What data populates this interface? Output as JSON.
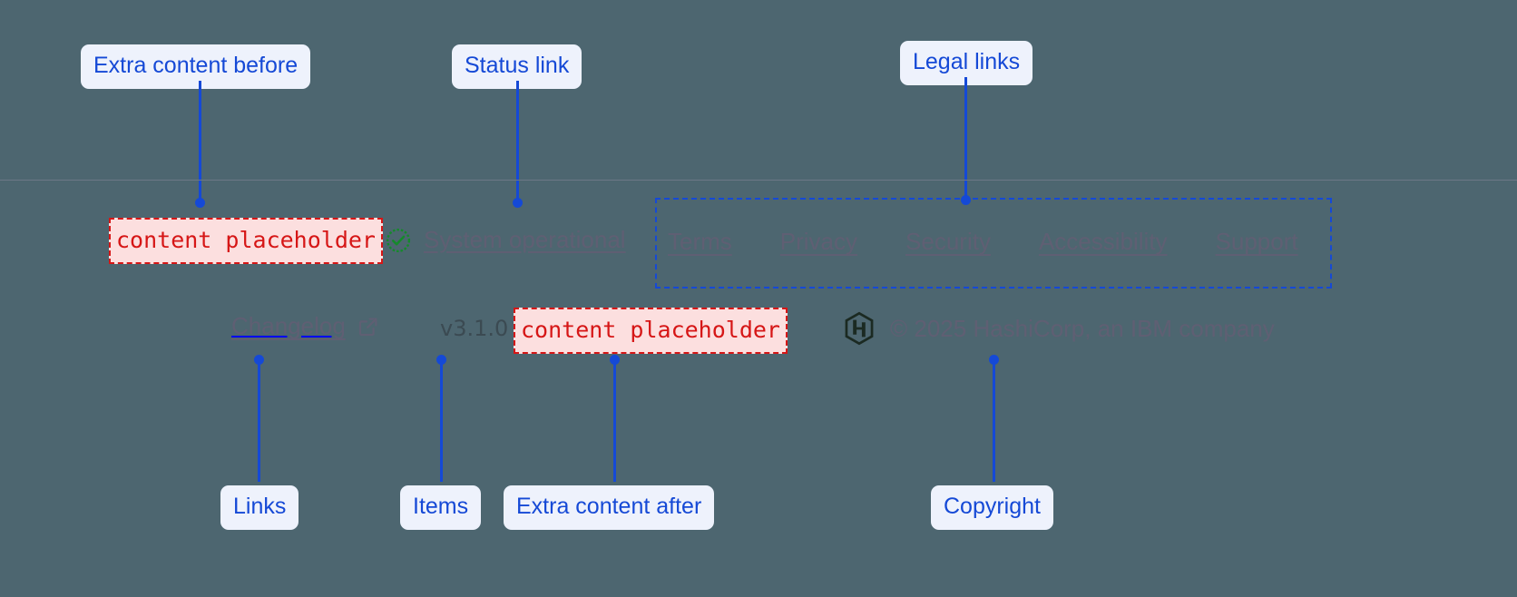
{
  "theme": {
    "background": "#4d6670",
    "annotation_color": "#1549d6",
    "annotation_bg": "#eef2fc",
    "placeholder_color": "#d61616",
    "placeholder_bg": "#fcdfdf",
    "link_color": "#5f5f73",
    "status_ok_color": "#158a2b",
    "divider_color": "#6d7787"
  },
  "annotations": {
    "extra_before": "Extra content before",
    "status_link": "Status link",
    "legal_links": "Legal links",
    "links": "Links",
    "items": "Items",
    "extra_after": "Extra content after",
    "copyright": "Copyright"
  },
  "footer": {
    "extra_content_before": "content placeholder",
    "extra_content_after": "content placeholder",
    "status": {
      "icon": "check-circle-icon",
      "label": "System operational"
    },
    "legal_links": [
      {
        "label": "Terms"
      },
      {
        "label": "Privacy"
      },
      {
        "label": "Security"
      },
      {
        "label": "Accessibility"
      },
      {
        "label": "Support"
      }
    ],
    "changelog": {
      "label": "Changelog",
      "icon": "external-link-icon"
    },
    "version": "v3.1.0",
    "brand": {
      "logo": "hashicorp-logo",
      "copyright": "© 2025 HashiCorp, an IBM company"
    }
  }
}
